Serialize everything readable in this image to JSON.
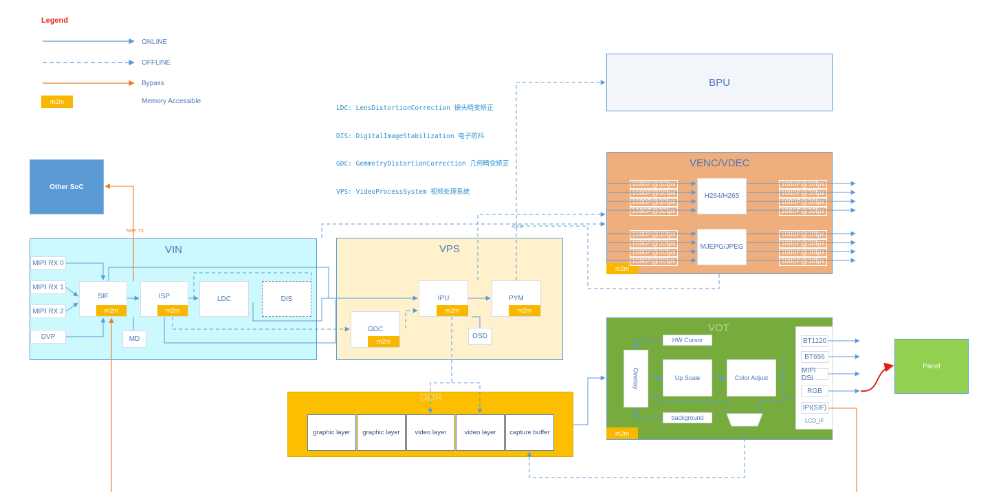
{
  "legend": {
    "title": "Legend",
    "online": "ONLINE",
    "offline": "OFFLINE",
    "bypass": "Bypass",
    "m2m_chip": "m2m",
    "memory": "Memory Accessible"
  },
  "abbreviations": [
    "LDC: LensDistortionCorrection 镜头畸变矫正",
    "DIS: DigitalImageStabilization 电子防抖",
    "GDC: GemmetryDistortionCorrection 几何畸变矫正",
    "VPS: VideoProcessSystem 视频处理系统"
  ],
  "other_soc": "Other SoC",
  "mipi_tx": "MIPI TX",
  "vin": {
    "title": "VIN",
    "inputs": [
      "MIPI RX 0",
      "MIPI RX 1",
      "MIPI RX 2",
      "DVP"
    ],
    "sif": "SIF",
    "isp": "ISP",
    "ldc": "LDC",
    "dis": "DIS",
    "md": "MD",
    "m2m": "m2m"
  },
  "vps": {
    "title": "VPS",
    "ipu": "IPU",
    "pym": "PYM",
    "gdc": "GDC",
    "osd": "OSD",
    "m2m": "m2m"
  },
  "bpu": "BPU",
  "venc": {
    "title": "VENC/VDEC",
    "h264": "H264/H265",
    "mjpeg": "MJEPG/JPEG",
    "resolution": "1080P@30fps",
    "m2m": "m2m"
  },
  "ddr": {
    "title": "DDR",
    "layers": [
      "graphic layer",
      "graphic layer",
      "video layer",
      "video layer",
      "capture buffer"
    ]
  },
  "vot": {
    "title": "VOT",
    "hw_cursor": "HW Cursor",
    "overlay": "Overlay",
    "up_scale": "Up Scale",
    "color_adjust": "Color Adjust",
    "background": "background",
    "m2m": "m2m",
    "outputs": [
      "BT1120",
      "BT656",
      "MIPI DSI",
      "RGB",
      "IPI(SIF)"
    ],
    "lcd_if": "LCD_IF"
  },
  "panel": "Panel",
  "colors": {
    "line": "#5b9bd5",
    "bypass": "#ed7d31",
    "vin_bg": "#ccf9fd",
    "vps_bg": "#fff1cc",
    "venc_bg": "#f1ae7d",
    "vot_bg": "#77ab3d",
    "ddr_bg": "#fcbf00",
    "panel_bg": "#92d050",
    "m2m": "#f9b800"
  }
}
